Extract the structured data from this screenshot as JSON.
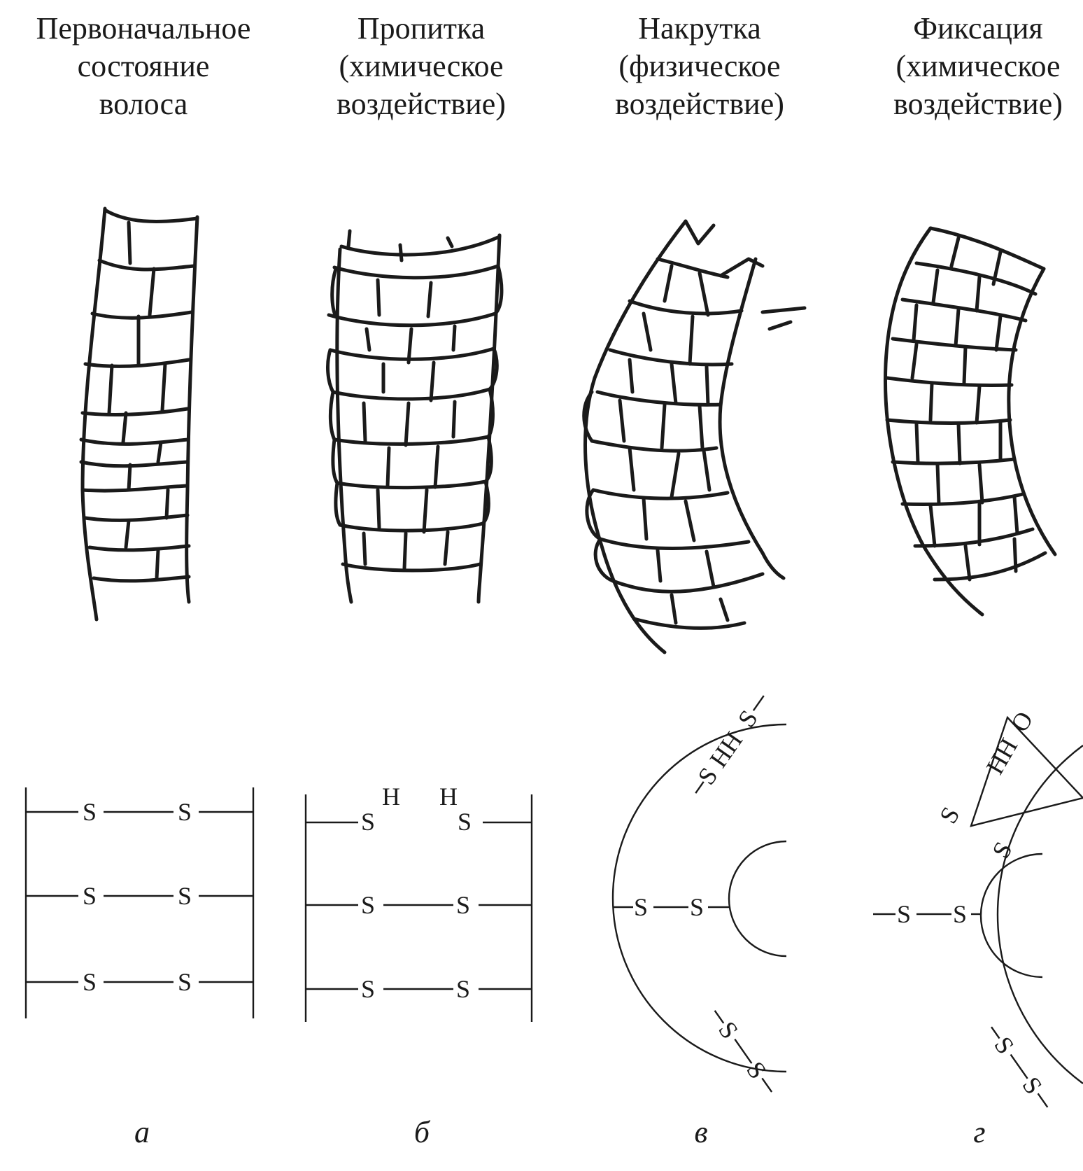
{
  "stages": [
    {
      "title": [
        "Первоначальное",
        "состояние",
        "волоса"
      ],
      "caption": "а"
    },
    {
      "title": [
        "Пропитка",
        "(химическое",
        "воздействие)"
      ],
      "caption": "б"
    },
    {
      "title": [
        "Накрутка",
        "(физическое",
        "воздействие)"
      ],
      "caption": "в"
    },
    {
      "title": [
        "Фиксация",
        "(химическое",
        "воздействие)"
      ],
      "caption": "г"
    }
  ],
  "bonds": {
    "sulfur": "S",
    "hydrogen": "H",
    "oxygen": "O",
    "hh": "HH"
  }
}
